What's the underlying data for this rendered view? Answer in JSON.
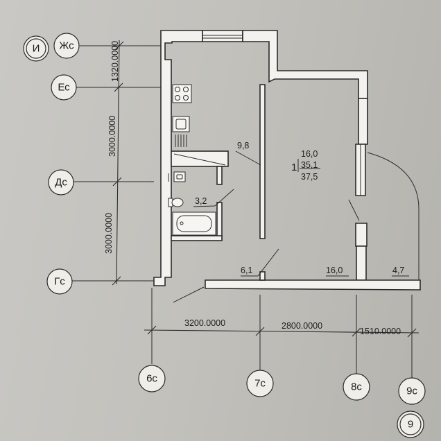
{
  "axes": {
    "rows": [
      {
        "id": "axis-zh",
        "label": "Жс"
      },
      {
        "id": "axis-e",
        "label": "Ес"
      },
      {
        "id": "axis-d",
        "label": "Дс"
      },
      {
        "id": "axis-g",
        "label": "Гс"
      }
    ],
    "extra_bubble": {
      "label": "И"
    },
    "cols": [
      {
        "id": "axis-6",
        "label": "6с"
      },
      {
        "id": "axis-7",
        "label": "7с"
      },
      {
        "id": "axis-8",
        "label": "8с"
      },
      {
        "id": "axis-9",
        "label": "9с"
      }
    ],
    "sheet_number": "9"
  },
  "dimensions": {
    "vertical": [
      "1320.0000",
      "3000.0000",
      "3000.0000"
    ],
    "horizontal": [
      "3200.0000",
      "2800.0000",
      "1510.0000"
    ]
  },
  "rooms": {
    "kitchen": "9,8",
    "bathroom": "3,2",
    "hall": "6,1",
    "corridor": "16,0",
    "balcony": "4,7"
  },
  "apartment": {
    "rooms_count": "1",
    "living_area": "16,0",
    "total_area": "35,1",
    "total_with_balcony": "37,5"
  }
}
